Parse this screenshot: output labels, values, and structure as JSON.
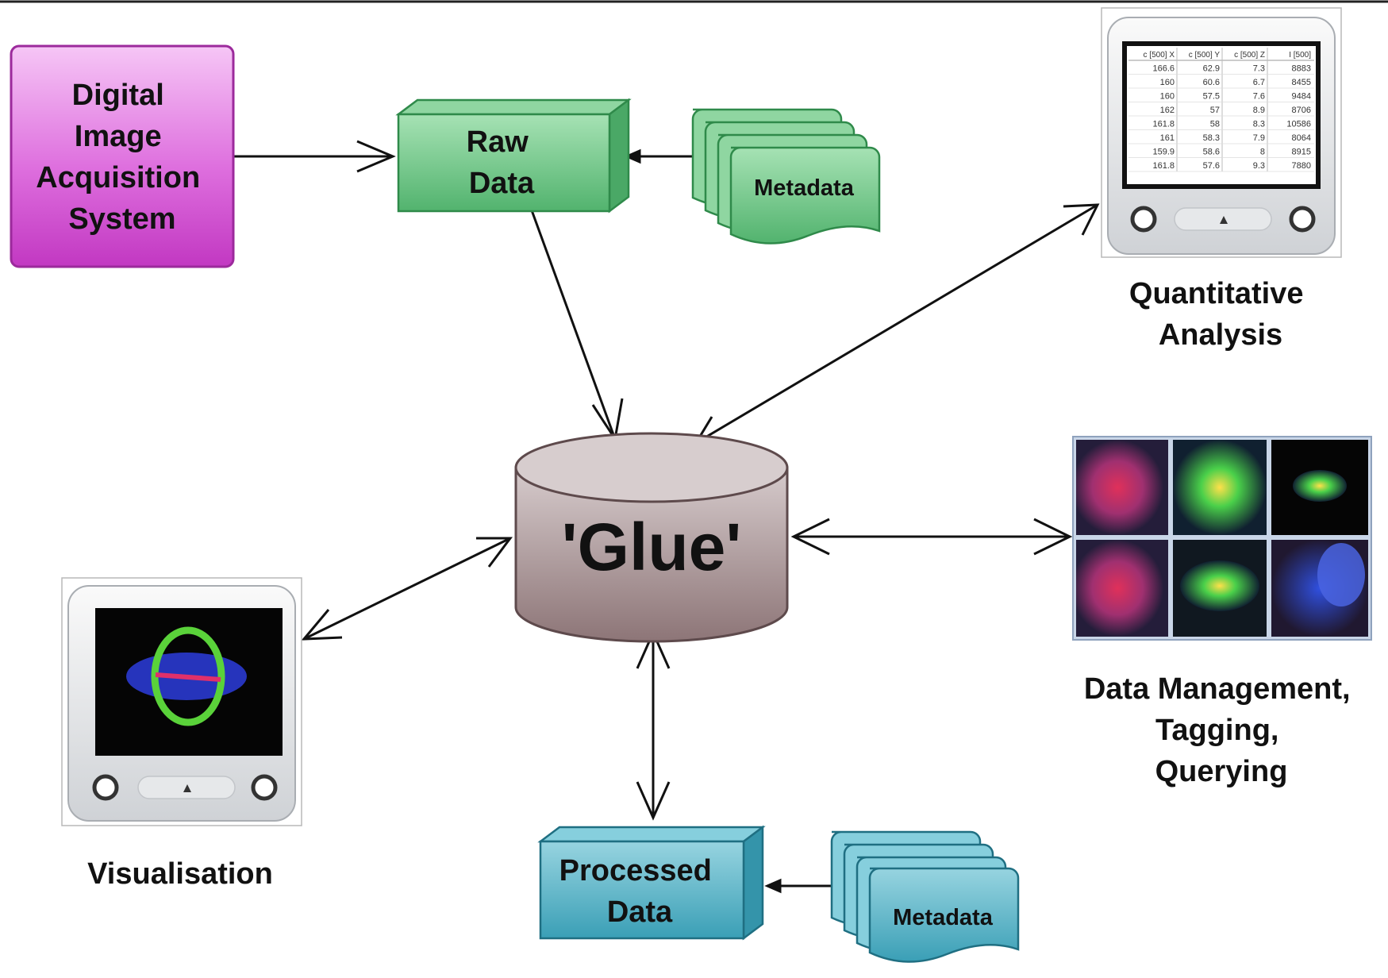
{
  "nodes": {
    "acquisition": {
      "lines": [
        "Digital",
        "Image",
        "Acquisition",
        "System"
      ]
    },
    "raw_data": {
      "lines": [
        "Raw",
        "Data"
      ]
    },
    "raw_metadata": {
      "label": "Metadata"
    },
    "glue": {
      "label": "'Glue'"
    },
    "processed_data": {
      "lines": [
        "Processed",
        "Data"
      ]
    },
    "processed_metadata": {
      "label": "Metadata"
    }
  },
  "outputs": {
    "quantitative": {
      "lines": [
        "Quantitative",
        "Analysis"
      ],
      "table_headers": [
        "c [500] X",
        "c [500] Y",
        "c [500] Z",
        "I [500]"
      ],
      "table_rows": [
        [
          "166.6",
          "62.9",
          "7.3",
          "8883"
        ],
        [
          "160",
          "60.6",
          "6.7",
          "8455"
        ],
        [
          "160",
          "57.5",
          "7.6",
          "9484"
        ],
        [
          "162",
          "57",
          "8.9",
          "8706"
        ],
        [
          "161.8",
          "58",
          "8.3",
          "10586"
        ],
        [
          "161",
          "58.3",
          "7.9",
          "8064"
        ],
        [
          "159.9",
          "58.6",
          "8",
          "8915"
        ],
        [
          "161.8",
          "57.6",
          "9.3",
          "7880"
        ]
      ]
    },
    "data_management": {
      "lines": [
        "Data Management,",
        "Tagging,",
        "Querying"
      ]
    },
    "visualisation": {
      "label": "Visualisation"
    }
  },
  "colors": {
    "acquisition_fill": "#d64fd6",
    "raw_data_fill": "#5fbf7a",
    "processed_data_fill": "#43a8bd",
    "glue_fill": "#a08c8e",
    "arrow": "#111111"
  }
}
